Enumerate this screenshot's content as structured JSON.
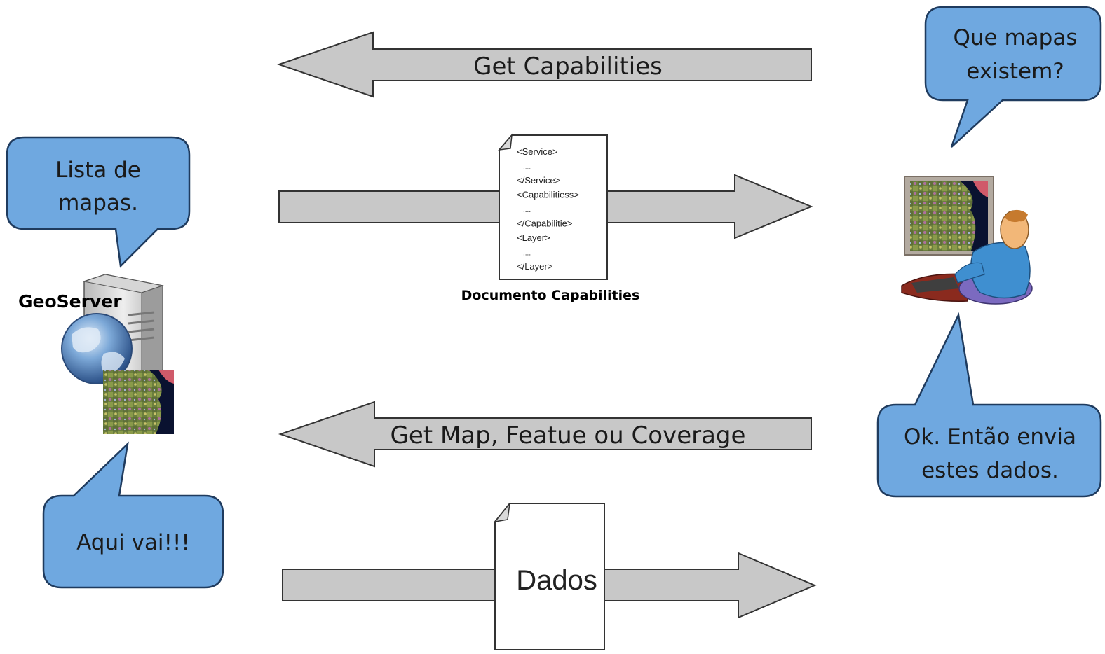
{
  "arrows": {
    "get_capabilities": "Get Capabilities",
    "get_map": "Get Map, Featue ou Coverage"
  },
  "bubbles": {
    "client_question": [
      "Que mapas",
      "existem?"
    ],
    "server_list": [
      "Lista de",
      "mapas."
    ],
    "client_request": [
      "Ok. Então envia",
      "estes dados."
    ],
    "server_reply": [
      "Aqui vai!!!"
    ]
  },
  "server_label": "GeoServer",
  "capabilities_document": {
    "lines": [
      "<Service>",
      "....",
      "</Service>",
      "<Capabilitiess>",
      "....",
      "</Capabilitie>",
      "<Layer>",
      "....",
      "</Layer>"
    ],
    "caption": "Documento Capabilities"
  },
  "data_document": {
    "label": "Dados"
  },
  "colors": {
    "bubble_fill": "#6fa8e0",
    "bubble_stroke": "#1f3b5e",
    "arrow_fill": "#c8c8c8",
    "arrow_stroke": "#333333"
  },
  "icons": {
    "server": "server-tower-icon",
    "globe": "globe-icon",
    "map_thumbnail": "map-thumbnail-icon",
    "user": "user-at-computer-icon"
  }
}
